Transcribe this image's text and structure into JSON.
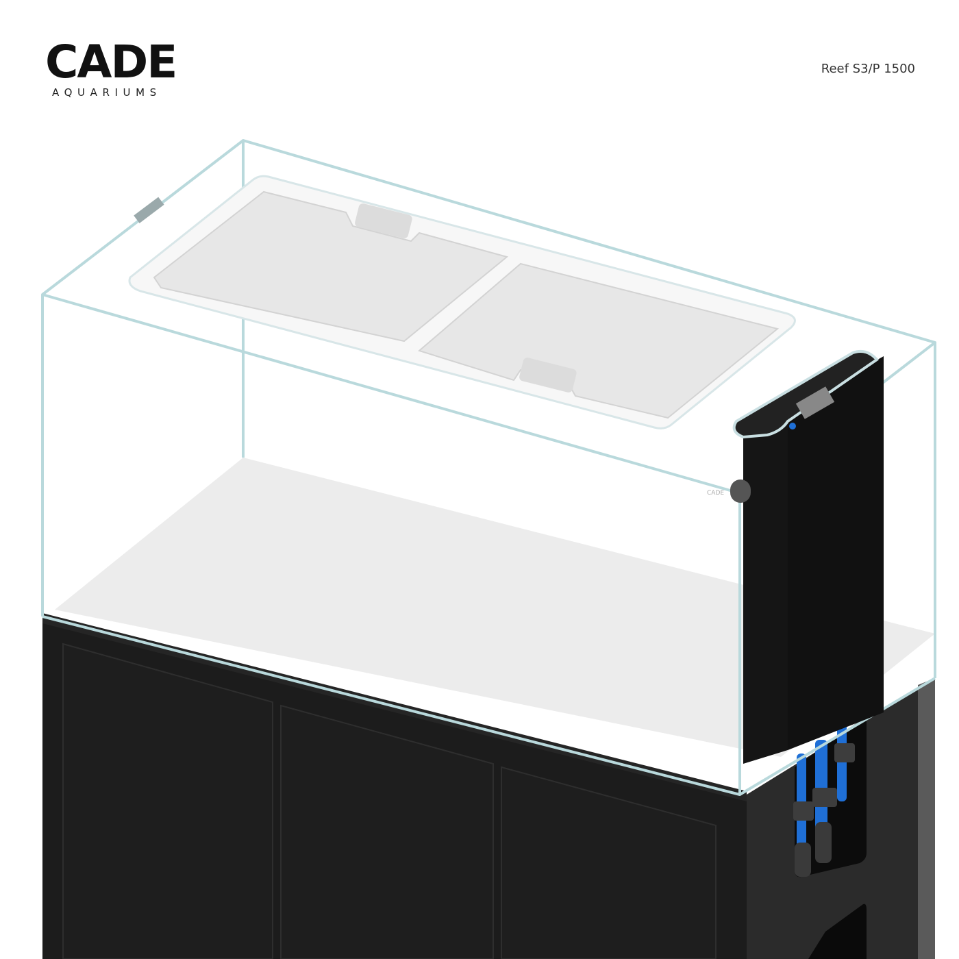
{
  "brand": {
    "logo_word": "CADE",
    "logo_subtitle": "AQUARIUMS",
    "color": "#111111"
  },
  "product": {
    "model_label": "Reef S3/P 1500"
  },
  "scene": {
    "description": "Rimless glass aquarium on black cabinet with external black overflow box and blue plumbing",
    "colors": {
      "glass_edge": "#b9d9dc",
      "cabinet": "#1c1c1c",
      "cabinet_side": "#2a2a2a",
      "base_panel": "#ececec",
      "pipe_blue": "#1f6fd6",
      "pipe_grey": "#3d3d3d",
      "overflow_box": "#111111"
    },
    "glass_badge": "CADE"
  }
}
